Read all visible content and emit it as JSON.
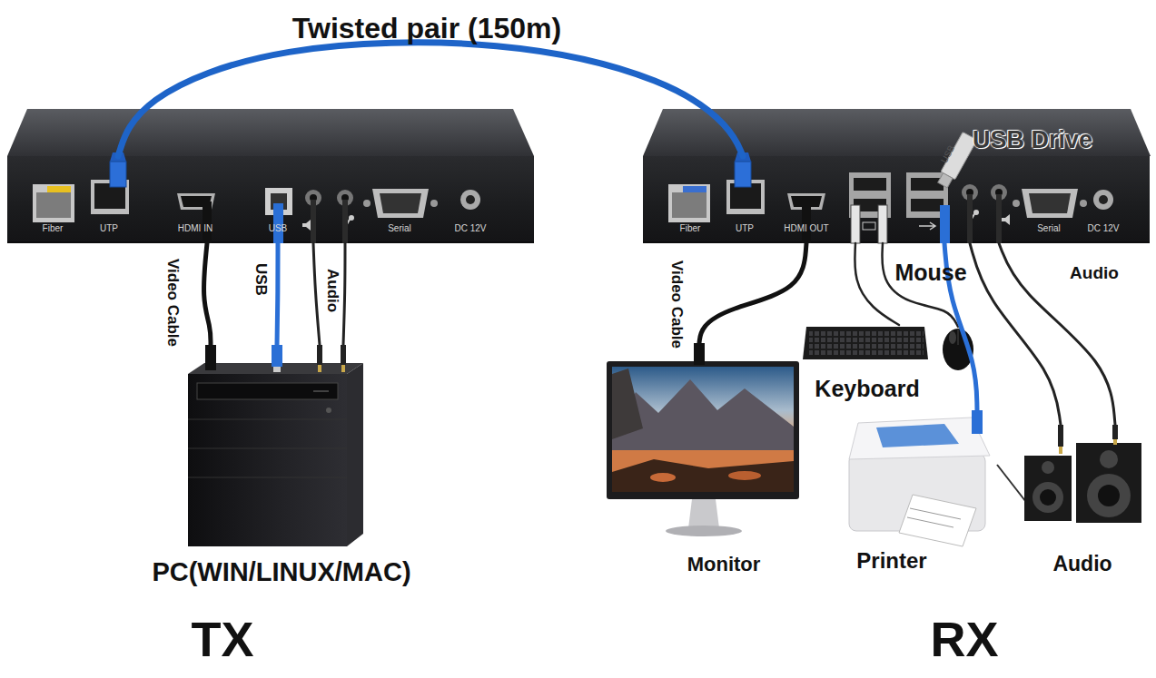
{
  "diagram": {
    "nodes": [
      {
        "text": [
          "Fiber",
          "UTP",
          "HDMI IN",
          "USB",
          "Serial",
          "DC 12V"
        ]
      },
      {
        "text": [
          "Fiber",
          "UTP",
          "HDMI OUT",
          "Serial",
          "DC 12V"
        ]
      },
      {
        "text": [
          "USB Drive",
          "USB"
        ]
      },
      {
        "text": [
          "PC(WIN/LINUX/MAC)"
        ]
      },
      {
        "text": [
          "Monitor"
        ]
      },
      {
        "text": [
          "Keyboard"
        ]
      },
      {
        "text": [
          "Mouse"
        ]
      },
      {
        "text": [
          "Printer"
        ]
      },
      {
        "text": [
          "Audio"
        ]
      }
    ],
    "edges": [
      {
        "from": 0,
        "to": 1,
        "label": "Twisted pair (150m)",
        "arrow": "none"
      },
      {
        "from": 0,
        "to": 3,
        "label": "Video Cable",
        "arrow": "none"
      },
      {
        "from": 0,
        "to": 3,
        "label": "USB",
        "arrow": "none"
      },
      {
        "from": 0,
        "to": 3,
        "label": "Audio",
        "arrow": "none"
      },
      {
        "from": 0,
        "to": 3,
        "arrow": "none"
      },
      {
        "from": 1,
        "to": 4,
        "label": "Video Cable",
        "arrow": "none"
      },
      {
        "from": 1,
        "to": 5,
        "arrow": "none"
      },
      {
        "from": 1,
        "to": 6,
        "arrow": "none"
      },
      {
        "from": 1,
        "to": 7,
        "arrow": "none"
      },
      {
        "from": 1,
        "to": 8,
        "label": "Audio",
        "arrow": "none"
      },
      {
        "from": 1,
        "to": 8,
        "arrow": "none"
      }
    ],
    "labels": [
      "TX",
      "RX"
    ]
  }
}
